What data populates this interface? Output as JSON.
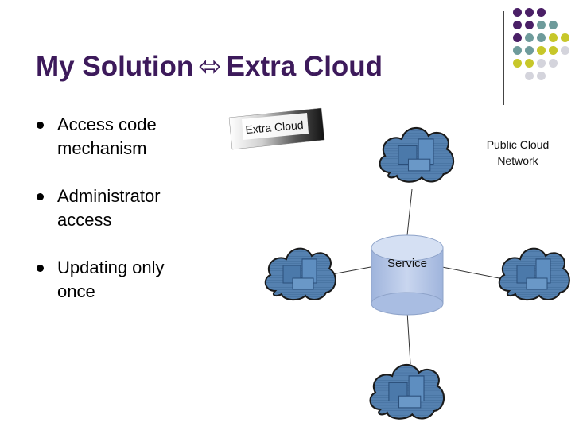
{
  "slide": {
    "title_left": "My Solution",
    "title_arrow": "⬄",
    "title_right": "Extra Cloud"
  },
  "bullets": [
    {
      "line1": "Access code",
      "line2": "mechanism"
    },
    {
      "line1": "Administrator",
      "line2": "access"
    },
    {
      "line1": "Updating only",
      "line2": "once"
    }
  ],
  "diagram": {
    "extra_cloud_label": "Extra Cloud",
    "public_cloud_line1": "Public Cloud",
    "public_cloud_line2": "Network",
    "service_label": "Service"
  },
  "colors": {
    "title": "#3d1a5b",
    "dot_purple": "#4a1f66",
    "dot_teal": "#6e9b9b",
    "dot_olive": "#c7c72a",
    "dot_grey": "#d4d4dc",
    "cloud_fill": "#4f7fae",
    "service_fill": "#b7c8e6"
  }
}
